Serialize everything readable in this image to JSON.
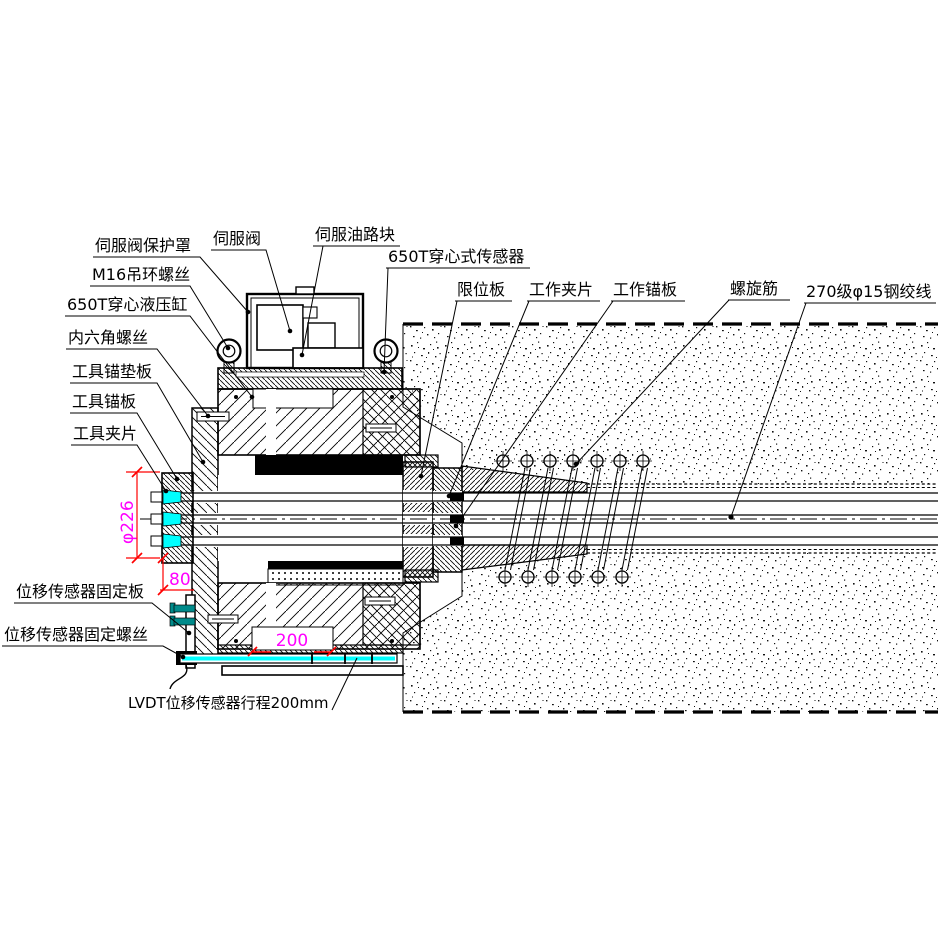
{
  "labels": {
    "servo_valve_cover": "伺服阀保护罩",
    "m16_eye_screw": "M16吊环螺丝",
    "cylinder_650t": "650T穿心液压缸",
    "hex_socket_screw": "内六角螺丝",
    "tool_anchor_backing_plate": "工具锚垫板",
    "tool_anchor_plate": "工具锚板",
    "tool_clamp_piece": "工具夹片",
    "servo_valve": "伺服阀",
    "servo_oil_block": "伺服油路块",
    "load_cell_650t": "650T穿心式传感器",
    "limit_plate": "限位板",
    "work_clamp_piece": "工作夹片",
    "work_anchor_plate": "工作锚板",
    "spiral_rib": "螺旋筋",
    "steel_strand": "270级φ15钢绞线",
    "sensor_fixing_plate": "位移传感器固定板",
    "sensor_fixing_screw": "位移传感器固定螺丝",
    "lvdt_note": "LVDT位移传感器行程200mm"
  },
  "dimensions": {
    "bore_diameter": "φ226",
    "edge_offset": "80",
    "piston_stroke": "200"
  },
  "colors": {
    "line": "#000000",
    "dimension_text": "#ff00ff",
    "dimension_line": "#ff0000",
    "lvdt_rod": "#00ffff",
    "fixing_screw": "#008b8b",
    "background": "#ffffff"
  }
}
